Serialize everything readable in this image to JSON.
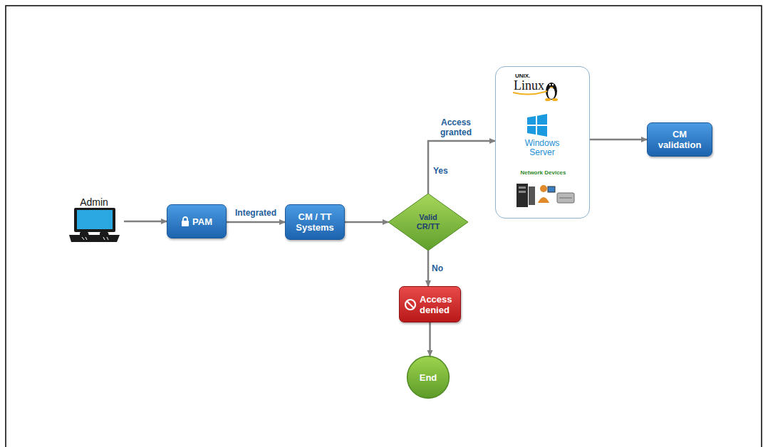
{
  "diagram": {
    "nodes": [
      {
        "text": [
          "Admin"
        ]
      },
      {
        "text": [
          "PAM"
        ]
      },
      {
        "text": [
          "CM / TT Systems"
        ]
      },
      {
        "text": [
          "Valid CR/TT"
        ]
      },
      {
        "text": [
          "UNIX.",
          "Linux",
          "Windows Server",
          "Network Devices"
        ]
      },
      {
        "text": [
          "CM validation"
        ]
      },
      {
        "text": [
          "Access denied"
        ]
      },
      {
        "text": [
          "End"
        ]
      }
    ],
    "edges": [
      {
        "from": 0,
        "to": 1,
        "arrow": "to"
      },
      {
        "from": 1,
        "to": 2,
        "label": "Integrated",
        "arrow": "to"
      },
      {
        "from": 2,
        "to": 3,
        "arrow": "to"
      },
      {
        "from": 3,
        "to": 4,
        "label": "Access granted",
        "arrow": "to"
      },
      {
        "from": 4,
        "to": 5,
        "arrow": "to"
      },
      {
        "from": 3,
        "to": 6,
        "label": "No",
        "arrow": "to"
      },
      {
        "from": 6,
        "to": 7,
        "arrow": "to"
      }
    ],
    "labels": [
      "Yes"
    ]
  }
}
